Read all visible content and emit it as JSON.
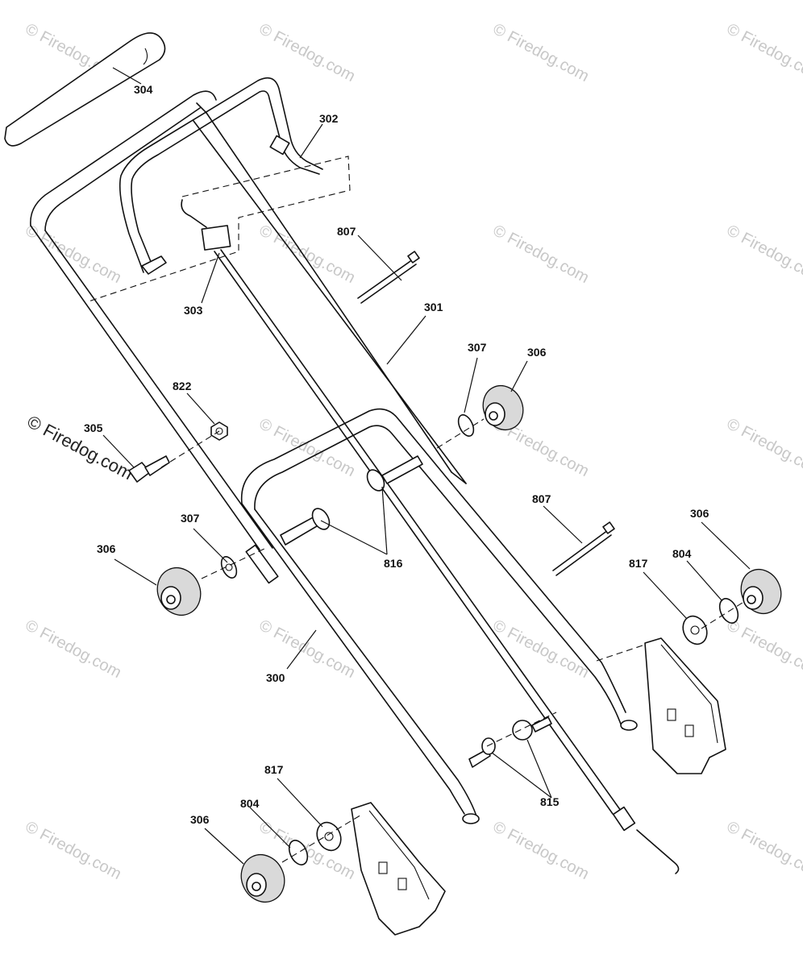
{
  "watermark": {
    "text": "© Firedog.com",
    "primary_text": "© Firedog.com"
  },
  "labels": {
    "l304": "304",
    "l302": "302",
    "l303": "303",
    "l807a": "807",
    "l301": "301",
    "l307a": "307",
    "l306a": "306",
    "l822": "822",
    "l305": "305",
    "l816": "816",
    "l807b": "807",
    "l306b": "306",
    "l307b": "307",
    "l306c": "306",
    "l817a": "817",
    "l804a": "804",
    "l300": "300",
    "l815": "815",
    "l817b": "817",
    "l804b": "804",
    "l306d": "306"
  },
  "colors": {
    "line": "#111111",
    "watermark": "#c8c8c8",
    "background": "#ffffff"
  }
}
